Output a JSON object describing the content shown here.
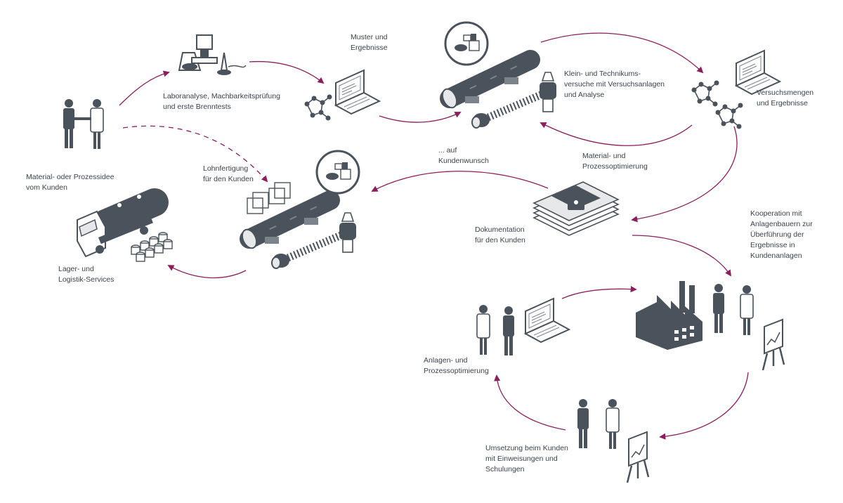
{
  "labels": {
    "material_idea": "Material- oder Prozessidee\nvom Kunden",
    "lab_analysis": "Laboranalyse, Machbarkeitsprüfung\nund erste Brenntests",
    "samples_results": "Muster und\nErgebnisse",
    "pilot_tests": "Klein- und Technikums-\nversuche mit Versuchsanlagen\nund Analyse",
    "trial_quantities": "Versuchsmengen\nund Ergebnisse",
    "material_process_opt": "Material- und\nProzessoptimierung",
    "on_request": "... auf\nKundenwunsch",
    "toll_manufacturing": "Lohnfertigung\nfür den Kunden",
    "documentation": "Dokumentation\nfür den Kunden",
    "storage_logistics": "Lager- und\nLogistik-Services",
    "cooperation": "Kooperation mit\nAnlagenbauern zur\nÜberführung der\nErgebnisse in\nKundenanlagen",
    "plant_process_opt": "Anlagen- und\nProzessoptimierung",
    "implementation": "Umsetzung beim Kunden\nmit Einweisungen und\nSchulungen"
  },
  "colors": {
    "arrow": "#8c1d5e",
    "icon_dark": "#4a525b",
    "icon_mid": "#7b838b",
    "icon_light": "#e6e8ea",
    "text": "#3a434c"
  },
  "icons": [
    "business-people-icon",
    "lab-equipment-icon",
    "molecule-icon",
    "laptop-icon",
    "rotary-kiln-icon",
    "microscope-badge-icon",
    "tanker-truck-icon",
    "barrels-icon",
    "locked-documents-icon",
    "factory-icon",
    "flipchart-icon",
    "engineers-icon"
  ]
}
